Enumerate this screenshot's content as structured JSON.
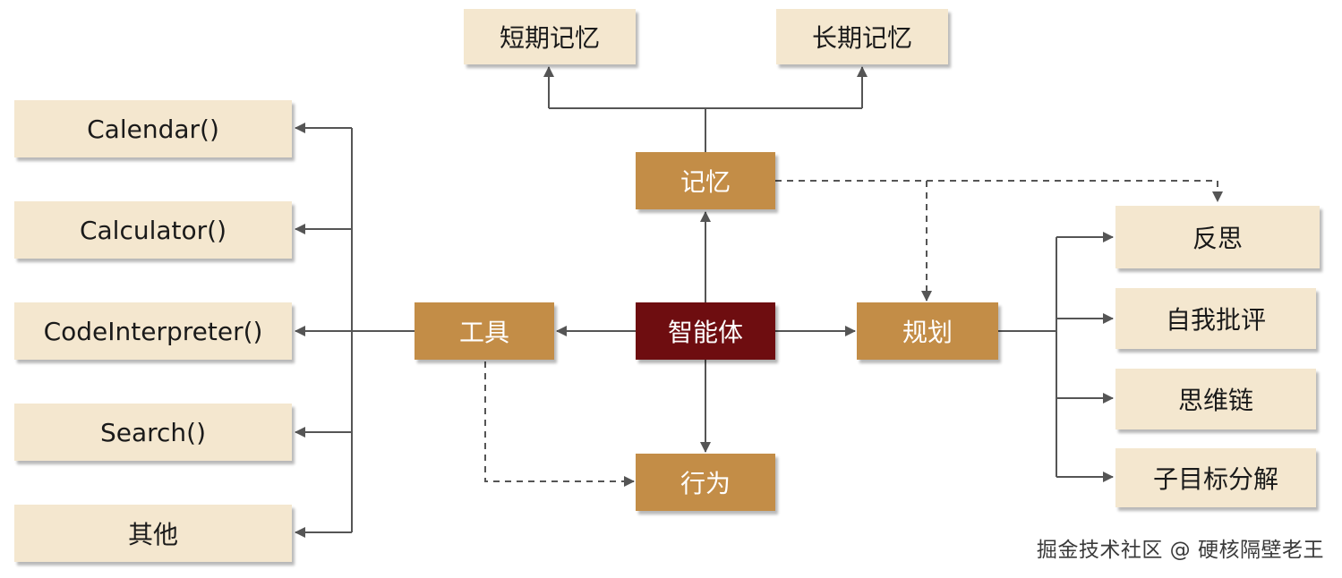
{
  "center": {
    "label": "智能体"
  },
  "memory": {
    "label": "记忆",
    "short_term": "短期记忆",
    "long_term": "长期记忆"
  },
  "tools": {
    "label": "工具",
    "items": [
      "Calendar()",
      "Calculator()",
      "CodeInterpreter()",
      "Search()",
      "其他"
    ]
  },
  "planning": {
    "label": "规划",
    "items": [
      "反思",
      "自我批评",
      "思维链",
      "子目标分解"
    ]
  },
  "action": {
    "label": "行为"
  },
  "watermark": "掘金技术社区 @ 硬核隔壁老王",
  "colors": {
    "core": "#6e0d10",
    "module": "#c38d47",
    "leaf": "#f4e7cf",
    "connector": "#555555"
  }
}
